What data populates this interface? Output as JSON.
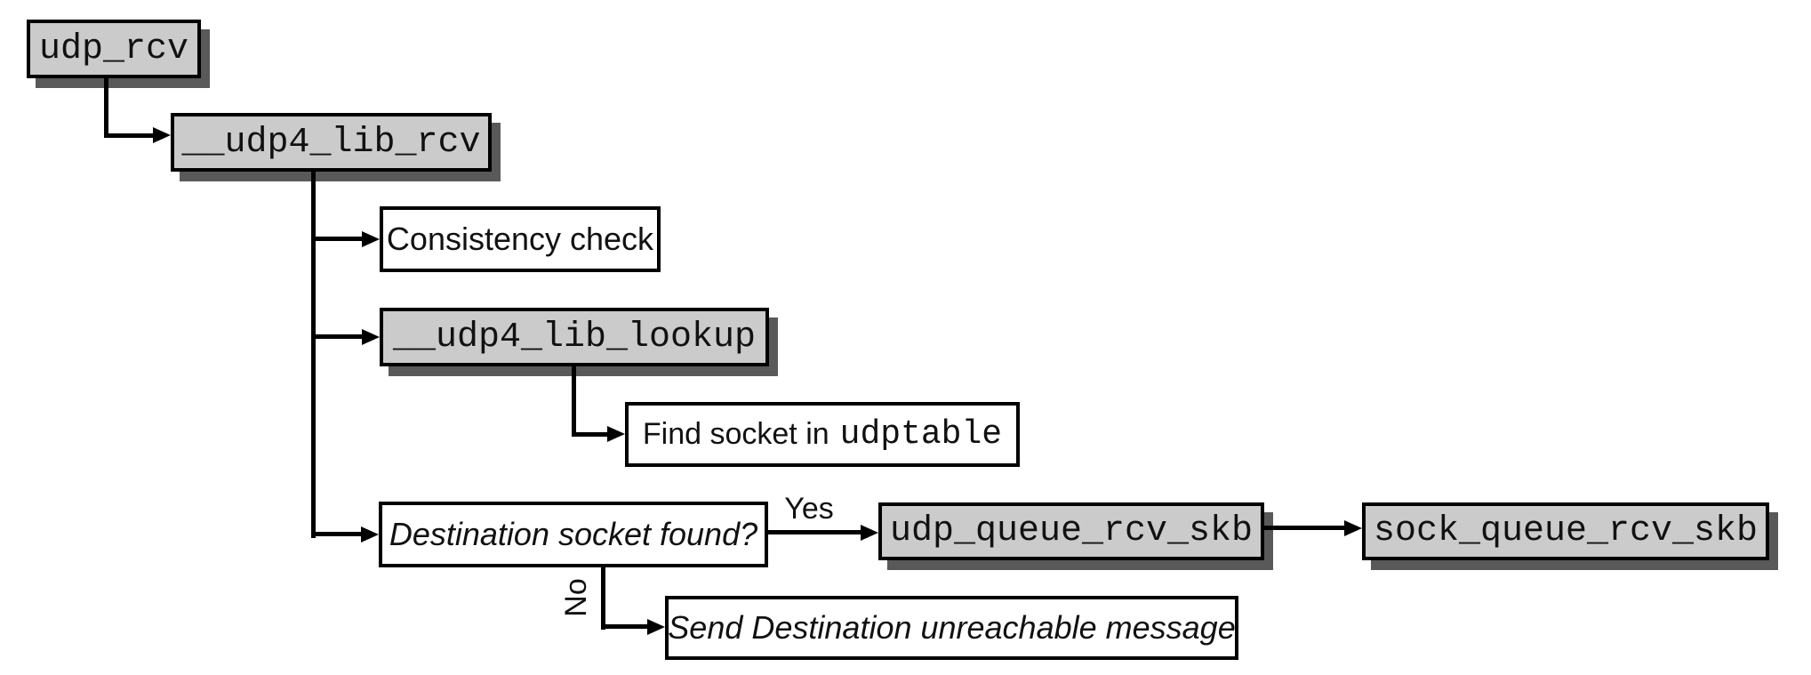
{
  "diagram": {
    "type": "flowchart",
    "colors": {
      "background": "#ffffff",
      "function_box_fill": "#cbcbcb",
      "box_border": "#000000",
      "box_shadow": "#595959",
      "connector": "#000000",
      "text": "#111111"
    },
    "nodes": {
      "udp_rcv": {
        "label": "udp_rcv",
        "kind": "function"
      },
      "udp4_lib_rcv": {
        "label": "__udp4_lib_rcv",
        "kind": "function"
      },
      "consistency_check": {
        "label": "Consistency check",
        "kind": "action"
      },
      "udp4_lib_lookup": {
        "label": "__udp4_lib_lookup",
        "kind": "function"
      },
      "find_socket": {
        "label_text": "Find socket in",
        "label_code": "udptable",
        "kind": "action"
      },
      "destination_found": {
        "label": "Destination socket found?",
        "kind": "decision"
      },
      "udp_queue_rcv_skb": {
        "label": "udp_queue_rcv_skb",
        "kind": "function"
      },
      "sock_queue_rcv_skb": {
        "label": "sock_queue_rcv_skb",
        "kind": "function"
      },
      "send_unreachable": {
        "label": "Send Destination unreachable message",
        "kind": "action"
      }
    },
    "edge_labels": {
      "yes": "Yes",
      "no": "No"
    }
  }
}
